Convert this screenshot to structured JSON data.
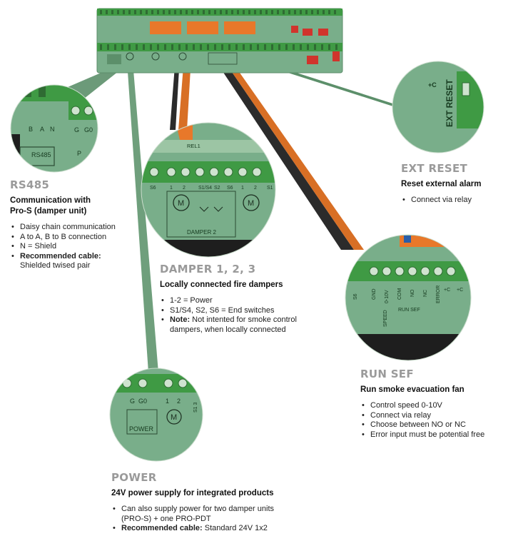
{
  "board": {
    "labels": {
      "rs485": "RS485",
      "a": "A",
      "b": "B",
      "n": "N",
      "g": "G",
      "g0": "G0",
      "p": "P",
      "rel1": "REL1",
      "s6": "S6",
      "one": "1",
      "two": "2",
      "s1s4": "S1/S4",
      "s2": "S2",
      "s6b": "S6",
      "s1": "S1",
      "m": "M",
      "damper2": "DAMPER 2",
      "power": "POWER",
      "s1_3": "S1 3",
      "plus_c": "+C",
      "ext_reset": "EXT RESET",
      "gnd": "GND",
      "zero_10v": "0-10V",
      "com": "COM",
      "no": "NO",
      "nc": "NC",
      "error": "ERROR",
      "speed": "SPEED",
      "run_sef": "RUN SEF",
      "s6c": "S6"
    }
  },
  "callouts": {
    "rs485": {
      "title": "RS485",
      "subtitle_1": "Communication with",
      "subtitle_2": "Pro-S (damper unit)",
      "items": [
        "Daisy chain communication",
        "A to A, B to B connection",
        "N = Shield"
      ],
      "cable_label": "Recommended cable:",
      "cable_value": "Shielded twised pair"
    },
    "damper": {
      "title": "DAMPER 1, 2, 3",
      "subtitle": "Locally connected fire dampers",
      "items": [
        "1-2 = Power",
        "S1/S4, S2, S6 = End switches"
      ],
      "note_label": "Note:",
      "note_value_1": "Not intented for smoke control",
      "note_value_2": "dampers, when locally connected"
    },
    "ext_reset": {
      "title": "EXT RESET",
      "subtitle": "Reset external alarm",
      "items": [
        "Connect via relay"
      ]
    },
    "run_sef": {
      "title": "RUN SEF",
      "subtitle": "Run smoke evacuation fan",
      "items": [
        "Control speed 0-10V",
        "Connect via relay",
        "Choose between NO or NC",
        "Error input must be potential free"
      ]
    },
    "power": {
      "title": "POWER",
      "subtitle": "24V power supply for integrated products",
      "items": [
        "Can also supply power for two damper units",
        "(PRO-S) + one PRO-PDT"
      ],
      "cable_label": "Recommended cable:",
      "cable_value": "Standard 24V 1x2"
    }
  },
  "colors": {
    "board_green": "#79ae8a",
    "dark_green": "#4a7c59",
    "terminal_green": "#3f9a44",
    "orange": "#e8782a",
    "red": "#d0342c",
    "heading_grey": "#9a9a9a"
  }
}
